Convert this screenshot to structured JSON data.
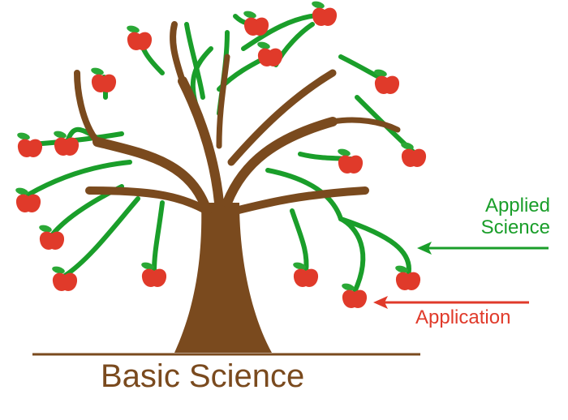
{
  "labels": {
    "applied_science_line1": "Applied",
    "applied_science_line2": "Science",
    "application": "Application",
    "basic_science": "Basic Science"
  },
  "colors": {
    "trunk": "#7a4a1e",
    "applied": "#1a9e2a",
    "application": "#e03a2a",
    "leaf": "#2aa836"
  },
  "icons": {
    "fruit": "apple-icon"
  }
}
